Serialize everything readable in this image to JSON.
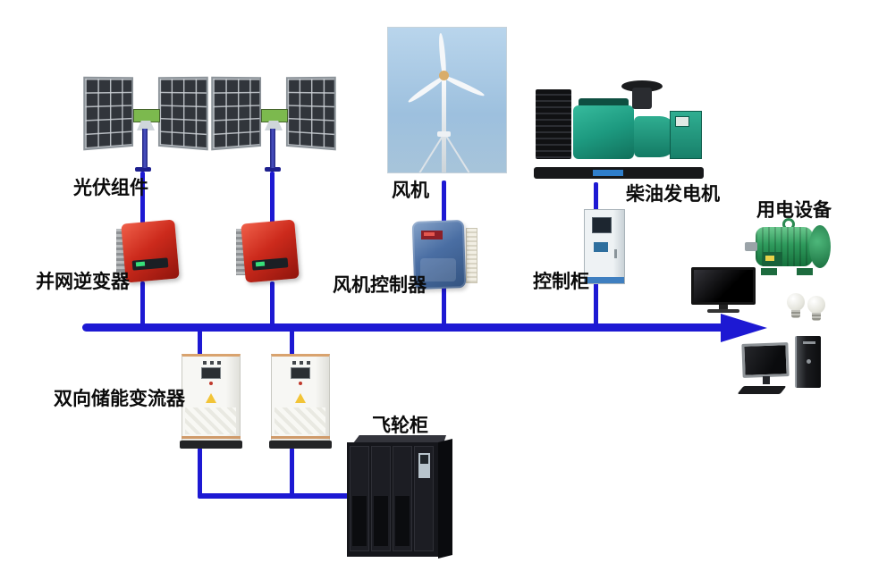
{
  "diagram": {
    "type": "microgrid-system-topology",
    "bus": {
      "name": "main-ac-bus",
      "color": "#1d19d3",
      "direction": "right"
    },
    "labels": {
      "pv": "光伏组件",
      "grid_inverter": "并网逆变器",
      "wind_turbine": "风机",
      "wind_controller": "风机控制器",
      "diesel_generator": "柴油发电机",
      "control_cabinet": "控制柜",
      "loads": "用电设备",
      "storage_converter": "双向储能变流器",
      "flywheel": "飞轮柜"
    },
    "icons": [
      "solar-array-icon",
      "wind-turbine-icon",
      "diesel-generator-icon",
      "inverter-icon",
      "wind-controller-icon",
      "control-cabinet-icon",
      "motor-icon",
      "tv-icon",
      "light-bulb-icon",
      "desktop-pc-icon",
      "storage-cabinet-icon",
      "flywheel-cabinet-icon"
    ],
    "colors": {
      "bus_blue": "#1d19d3",
      "inverter_red": "#cc2a1c",
      "controller_blue": "#4a6ea3",
      "motor_green": "#2e9a5c",
      "genset_teal": "#1d9a80",
      "cabinet_white": "#f7f7f4",
      "flywheel_black": "#15161b",
      "sky_blue": "#a9c9e4"
    }
  }
}
